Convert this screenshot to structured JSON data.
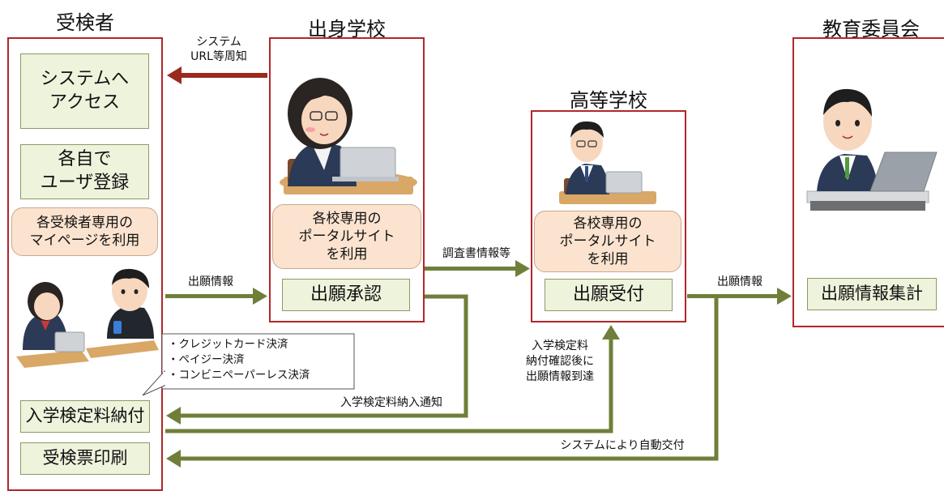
{
  "columns": {
    "applicant": {
      "title": "受検者",
      "steps": {
        "access": "システムへ\nアクセス",
        "register": "各自で\nユーザ登録",
        "mypage": "各受検者専用の\nマイページを利用",
        "payment": "入学検定料納付",
        "print": "受検票印刷"
      }
    },
    "junior_high": {
      "title": "出身学校",
      "portal": "各校専用の\nポータルサイト\nを利用",
      "approve": "出願承認"
    },
    "high_school": {
      "title": "高等学校",
      "portal": "各校専用の\nポータルサイト\nを利用",
      "receive": "出願受付"
    },
    "board": {
      "title": "教育委員会",
      "aggregate": "出願情報集計"
    }
  },
  "arrows": {
    "notify_url": "システム\nURL等周知",
    "application_info_1": "出願情報",
    "survey_info": "調査書情報等",
    "application_info_2": "出願情報",
    "fee_notice": "入学検定料納入通知",
    "fee_confirmed": "入学検定料\n納付確認後に\n出願情報到達",
    "auto_issue": "システムにより自動交付"
  },
  "payment_methods": "・クレジットカード決済\n・ペイジー決済\n・コンビニペーパーレス決済",
  "colors": {
    "panel_border": "#b3262a",
    "flow_arrow": "#6f7f3a",
    "notify_arrow": "#9b2a1e",
    "step_fill": "#eef3dc",
    "portal_fill": "#fbe3cf"
  }
}
